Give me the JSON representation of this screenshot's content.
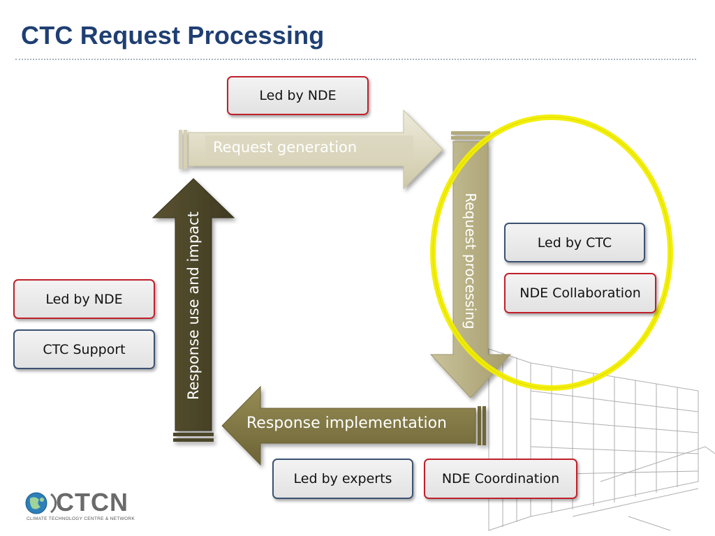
{
  "title": "CTC Request Processing",
  "colors": {
    "title": "#1f3f73",
    "red_border": "#c0202a",
    "blue_border": "#3b5272",
    "highlight_circle": "#f2ee00",
    "arrow_light": "#ddd8bf",
    "arrow_mid": "#b8b084",
    "arrow_olive": "#7d7343",
    "arrow_dark": "#4a4428"
  },
  "arrows": {
    "top": "Request generation",
    "right": "Request processing",
    "bottom": "Response implementation",
    "left": "Response use and impact"
  },
  "boxes": {
    "top_led": "Led by NDE",
    "left_led": "Led by NDE",
    "left_support": "CTC Support",
    "right_led": "Led by CTC",
    "right_collab": "NDE Collaboration",
    "bottom_led": "Led by experts",
    "bottom_coord": "NDE Coordination"
  },
  "logo": {
    "name": "CTCN",
    "tagline": "CLIMATE TECHNOLOGY CENTRE & NETWORK"
  }
}
